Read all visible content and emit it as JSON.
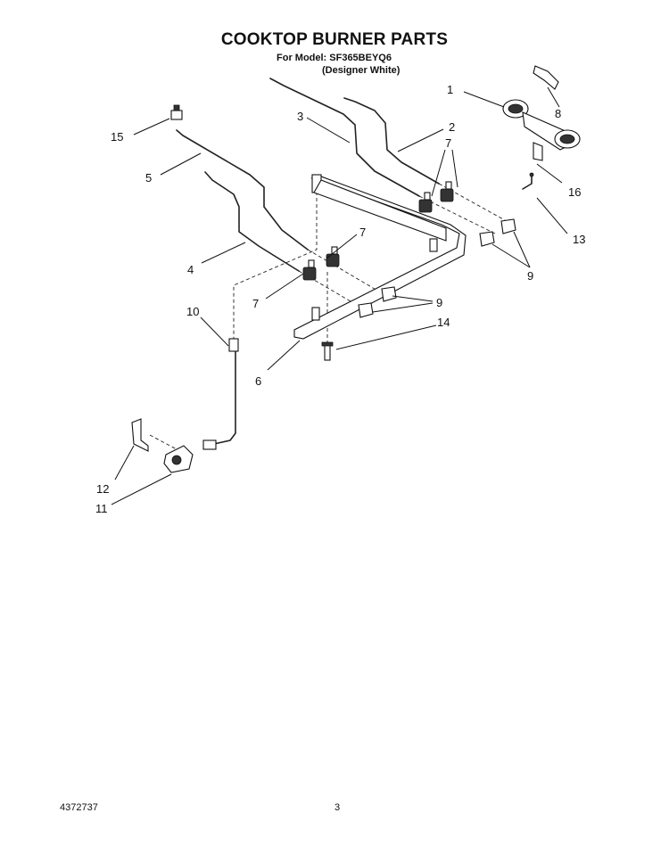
{
  "header": {
    "title": "COOKTOP BURNER PARTS",
    "model_line": "For Model: SF365BEYQ6",
    "variant_line": "(Designer White)"
  },
  "callouts": [
    "1",
    "2",
    "3",
    "4",
    "5",
    "6",
    "7",
    "7",
    "7",
    "8",
    "9",
    "9",
    "9",
    "10",
    "11",
    "12",
    "13",
    "14",
    "15",
    "16"
  ],
  "footer": {
    "doc_number": "4372737",
    "page_number": "3"
  }
}
